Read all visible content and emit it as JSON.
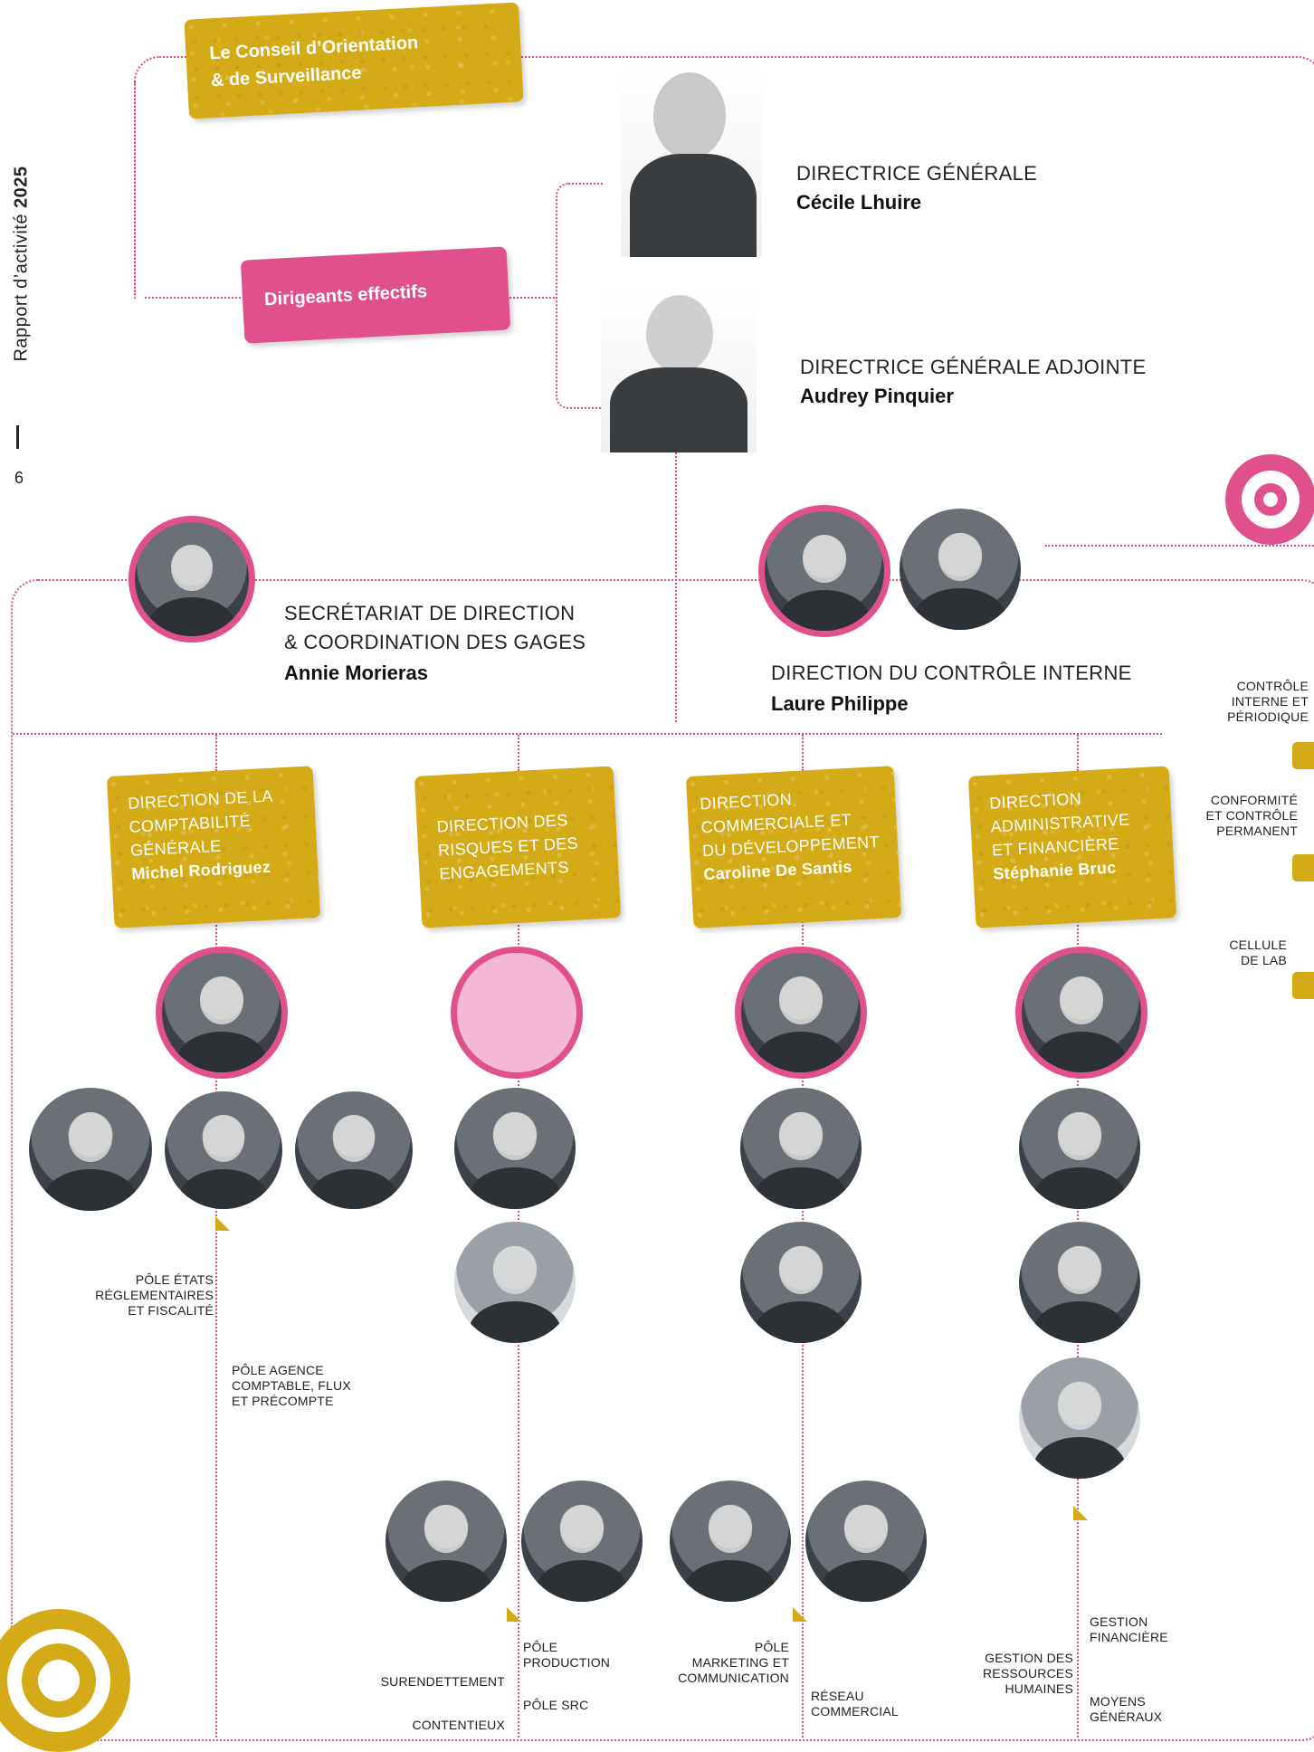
{
  "side": {
    "title_prefix": "Rapport d’activité ",
    "title_year": "2025",
    "separator": "I",
    "page": "6"
  },
  "governance": {
    "council_line1": "Le Conseil d’Orientation",
    "council_line2": "& de Surveillance",
    "effective_leaders": "Dirigeants effectifs"
  },
  "leaders": [
    {
      "title": "DIRECTRICE GÉNÉRALE",
      "name": "Cécile Lhuire"
    },
    {
      "title": "DIRECTRICE GÉNÉRALE ADJOINTE",
      "name": "Audrey Pinquier"
    }
  ],
  "secretariat": {
    "line1": "SECRÉTARIAT DE DIRECTION",
    "line2": "& COORDINATION DES GAGES",
    "name": "Annie Morieras"
  },
  "internal_control": {
    "title": "DIRECTION DU CONTRÔLE INTERNE",
    "name": "Laure Philippe",
    "units": [
      [
        "CONTRÔLE",
        "INTERNE ET",
        "PÉRIODIQUE"
      ],
      [
        "CONFORMITÉ",
        "ET CONTRÔLE",
        "PERMANENT"
      ],
      [
        "CELLULE",
        "DE LAB"
      ]
    ]
  },
  "directions": [
    {
      "lines": [
        "DIRECTION DE LA",
        "COMPTABILITÉ",
        "GÉNÉRALE"
      ],
      "name": "Michel Rodriguez"
    },
    {
      "lines": [
        "DIRECTION DES",
        "RISQUES ET DES",
        "ENGAGEMENTS"
      ],
      "name": ""
    },
    {
      "lines": [
        "DIRECTION",
        "COMMERCIALE ET",
        "DU DÉVELOPPEMENT"
      ],
      "name": "Caroline De Santis"
    },
    {
      "lines": [
        "DIRECTION",
        "ADMINISTRATIVE",
        "ET FINANCIÈRE"
      ],
      "name": "Stéphanie Bruc"
    }
  ],
  "poles": {
    "etats": [
      "PÔLE ÉTATS",
      "RÉGLEMENTAIRES",
      "ET FISCALITÉ"
    ],
    "agence": [
      "PÔLE AGENCE",
      "COMPTABLE, FLUX",
      "ET PRÉCOMPTE"
    ],
    "surendettement": "SURENDETTEMENT",
    "contentieux": "CONTENTIEUX",
    "production": [
      "PÔLE",
      "PRODUCTION"
    ],
    "src": "PÔLE SRC",
    "marketing": [
      "PÔLE",
      "MARKETING ET",
      "COMMUNICATION"
    ],
    "reseau": [
      "RÉSEAU",
      "COMMERCIAL"
    ],
    "rh": [
      "GESTION DES",
      "RESSOURCES",
      "HUMAINES"
    ],
    "gestion_fin": [
      "GESTION",
      "FINANCIÈRE"
    ],
    "moyens": [
      "MOYENS",
      "GÉNÉRAUX"
    ]
  },
  "colors": {
    "pink": "#e0508c",
    "gold": "#d4ab16",
    "light_pink": "#f4b8d4"
  }
}
